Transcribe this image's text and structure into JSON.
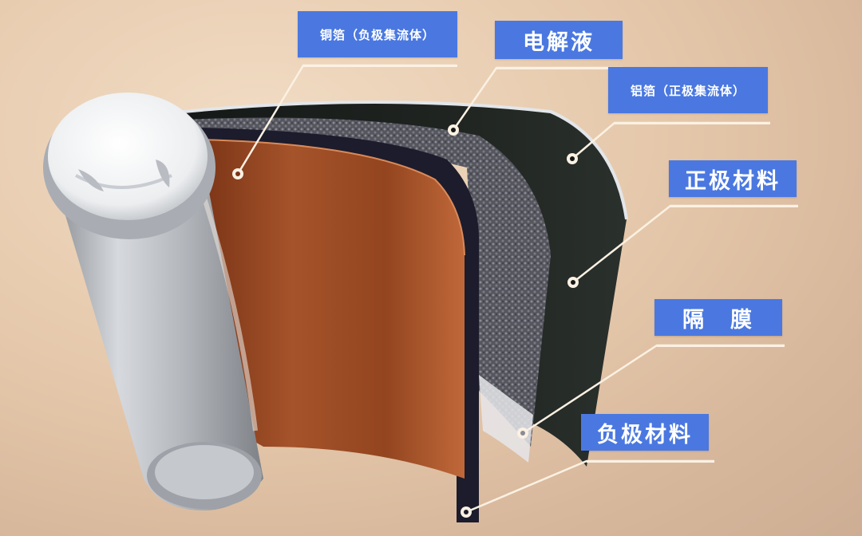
{
  "diagram": {
    "subject": "cylindrical lithium-ion battery cell cutaway",
    "colors": {
      "label_bg": "#4a78e0",
      "label_text": "#ffffff",
      "leader_line": "#fbf1e3",
      "copper_foil": "#9c4a22",
      "anode_strip": "#1c1c2c",
      "separator_mesh": "#6c6c74",
      "cathode_sheet": "#1b1f1c",
      "aluminum_rim": "#d9dde0",
      "can_body": "#b8bcc2",
      "cap": "#f2f2f4"
    },
    "labels": [
      {
        "id": "copper-foil",
        "text": "铜箔（负极集流体）"
      },
      {
        "id": "electrolyte",
        "text": "电解液"
      },
      {
        "id": "aluminum-foil",
        "text": "铝箔（正极集流体）"
      },
      {
        "id": "cathode-material",
        "text": "正极材料"
      },
      {
        "id": "separator",
        "text": "隔　膜"
      },
      {
        "id": "anode-material",
        "text": "负极材料"
      }
    ]
  }
}
